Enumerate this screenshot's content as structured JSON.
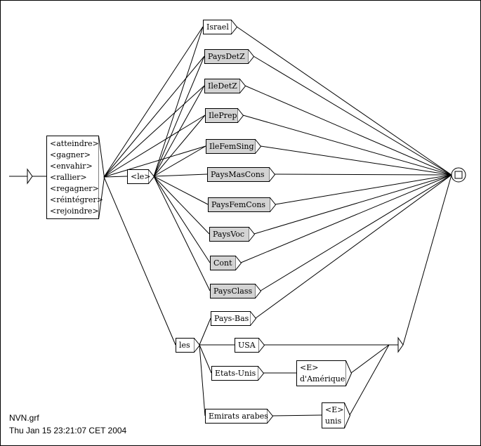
{
  "graph": {
    "input_box": {
      "lines": [
        "<atteindre>",
        "<gagner>",
        "<envahir>",
        "<rallier>",
        "<regagner>",
        "<réintégrer>",
        "<rejoindre>"
      ]
    },
    "le_box": "<le>",
    "les_box": "les",
    "targets": [
      {
        "label": "Israel",
        "shaded": false
      },
      {
        "label": "PaysDetZ",
        "shaded": true
      },
      {
        "label": "IleDetZ",
        "shaded": true
      },
      {
        "label": "IlePrep",
        "shaded": true
      },
      {
        "label": "IleFemSing",
        "shaded": true
      },
      {
        "label": "PaysMasCons",
        "shaded": true
      },
      {
        "label": "PaysFemCons",
        "shaded": true
      },
      {
        "label": "PaysVoc",
        "shaded": true
      },
      {
        "label": "Cont",
        "shaded": true
      },
      {
        "label": "PaysClass",
        "shaded": true
      }
    ],
    "les_branch": {
      "pays_bas": "Pays-Bas",
      "usa": "USA",
      "etats_unis": "Etats-Unis",
      "amerique_lines": [
        "<E>",
        "d'Amérique"
      ],
      "emirats": "Emirats arabes",
      "unis_lines": [
        "<E>",
        "unis"
      ]
    },
    "colors": {
      "shaded_fill": "#d3d3d3",
      "line": "#000000"
    }
  },
  "footer": {
    "filename": "NVN.grf",
    "timestamp": "Thu Jan 15 23:21:07 CET 2004"
  }
}
